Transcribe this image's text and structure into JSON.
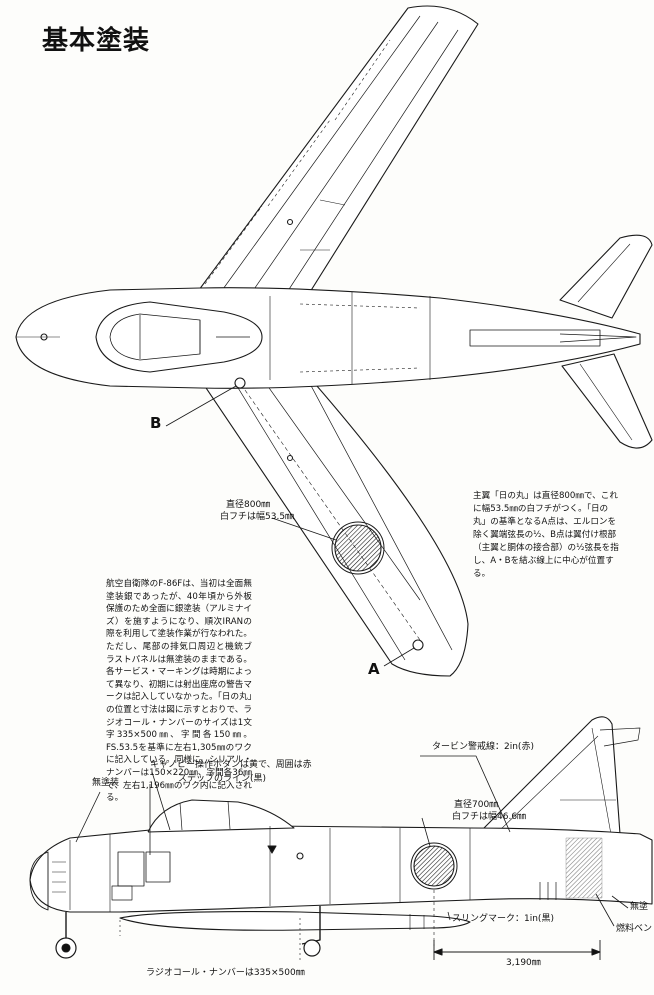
{
  "title": "基本塗装",
  "top_view": {
    "label_b": "B",
    "label_a": "A",
    "roundel_callout": {
      "line1": "直径800㎜",
      "line2": "白フチは幅53.5㎜"
    },
    "main_note": "主翼「日の丸」は直径800㎜で、これに幅53.5㎜の白フチがつく。「日の丸」の基準となるA点は、エルロンを除く翼端弦長の½、B点は翼付け根部（主翼と胴体の接合部）の½弦長を指し、A・Bを結ぶ線上に中心が位置する。"
  },
  "body_text": "航空自衛隊のF-86Fは、当初は全面無塗装銀であったが、40年頃から外板保護のため全面に銀塗装（アルミナイズ）を施すようになり、順次IRANの際を利用して塗装作業が行なわれた。ただし、尾部の排気口周辺と機銃ブラストパネルは無塗装のままである。各サービス・マーキングは時期によって異なり、初期には射出座席の警告マークは記入していなかった。「日の丸」の位置と寸法は図に示すとおりで、ラジオコール・ナンバーのサイズは1文字335×500㎜、字間各150㎜。FS.53.5を基準に左右1,305㎜のワクに記入している。同様に、シリアル・ナンバーは150×220㎜、字間各36㎜で、左右1,196㎜のワク内に記入される。",
  "side_view": {
    "unpainted": "無塗装",
    "canopy_button": "キャノピー操作ボタンは黄で、周囲は赤",
    "step_line": "ステップのライン(黒)",
    "turbine_warning": "タービン警戒線：2in(赤)",
    "roundel_callout": {
      "line1": "直径700㎜",
      "line2": "白フチは幅46.6㎜"
    },
    "sling_mark": "スリングマーク：1in(黒)",
    "unpainted_tail": "無塗",
    "fuel_vent": "燃料ベント",
    "dimension": "3,190㎜",
    "radio_call_number": "ラジオコール・ナンバーは335×500㎜"
  }
}
